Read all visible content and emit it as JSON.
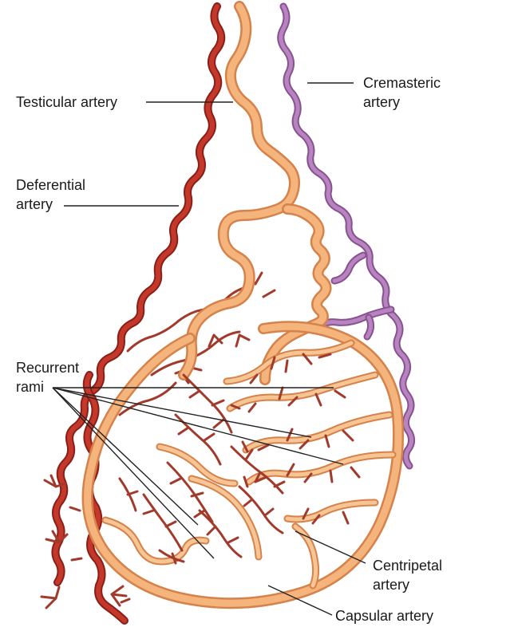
{
  "labels": {
    "testicular": "Testicular artery",
    "deferential": [
      "Deferential",
      "artery"
    ],
    "cremasteric": [
      "Cremasteric",
      "artery"
    ],
    "recurrent": [
      "Recurrent",
      "rami"
    ],
    "centripetal": [
      "Centripetal",
      "artery"
    ],
    "capsular": "Capsular artery"
  },
  "colors": {
    "testicular_artery": "#f4b47c",
    "testicular_outline": "#d5824b",
    "deferential_artery": "#b32f23",
    "deferential_outline": "#8a1f17",
    "cremasteric_artery": "#b784c0",
    "cremasteric_outline": "#87528f",
    "centripetal_branches": "#a23a2c",
    "leader_lines": "#222222"
  }
}
